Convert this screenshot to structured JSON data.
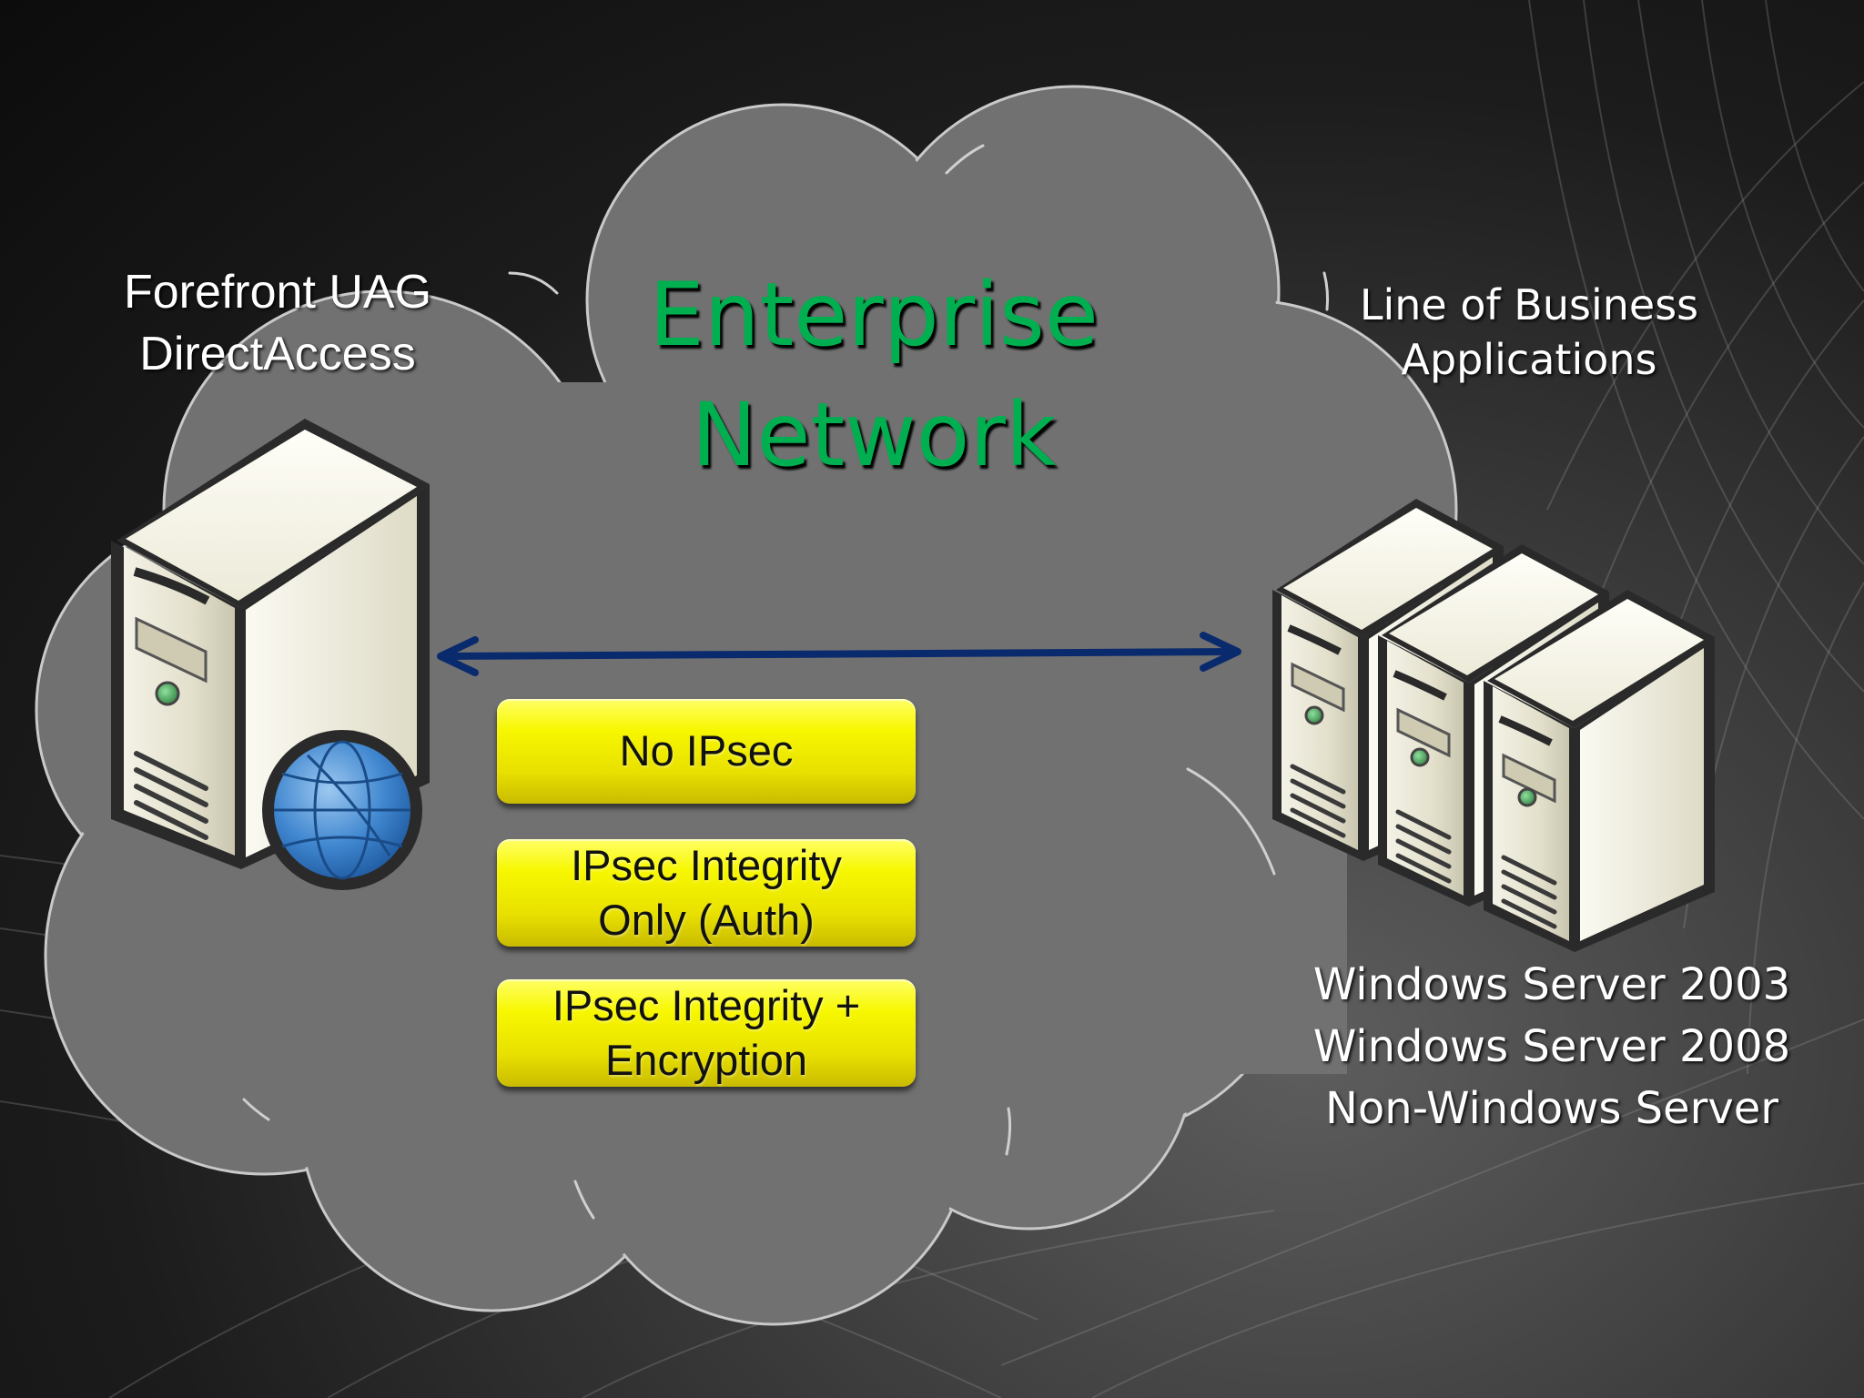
{
  "cloud": {
    "title_line1": "Enterprise",
    "title_line2": "Network"
  },
  "left_server": {
    "label_line1": "Forefront UAG",
    "label_line2": "DirectAccess"
  },
  "right_servers": {
    "label_line1": "Line of Business",
    "label_line2": "Applications",
    "os_list": [
      "Windows Server 2003",
      "Windows Server 2008",
      "Non-Windows Server"
    ]
  },
  "ipsec_options": [
    "No IPsec",
    "IPsec Integrity\nOnly (Auth)",
    "IPsec Integrity +\nEncryption"
  ],
  "colors": {
    "title": "#00b050",
    "arrow": "#0a2a6e",
    "box_fill": "#f2ee00",
    "cloud_fill": "#707070"
  }
}
